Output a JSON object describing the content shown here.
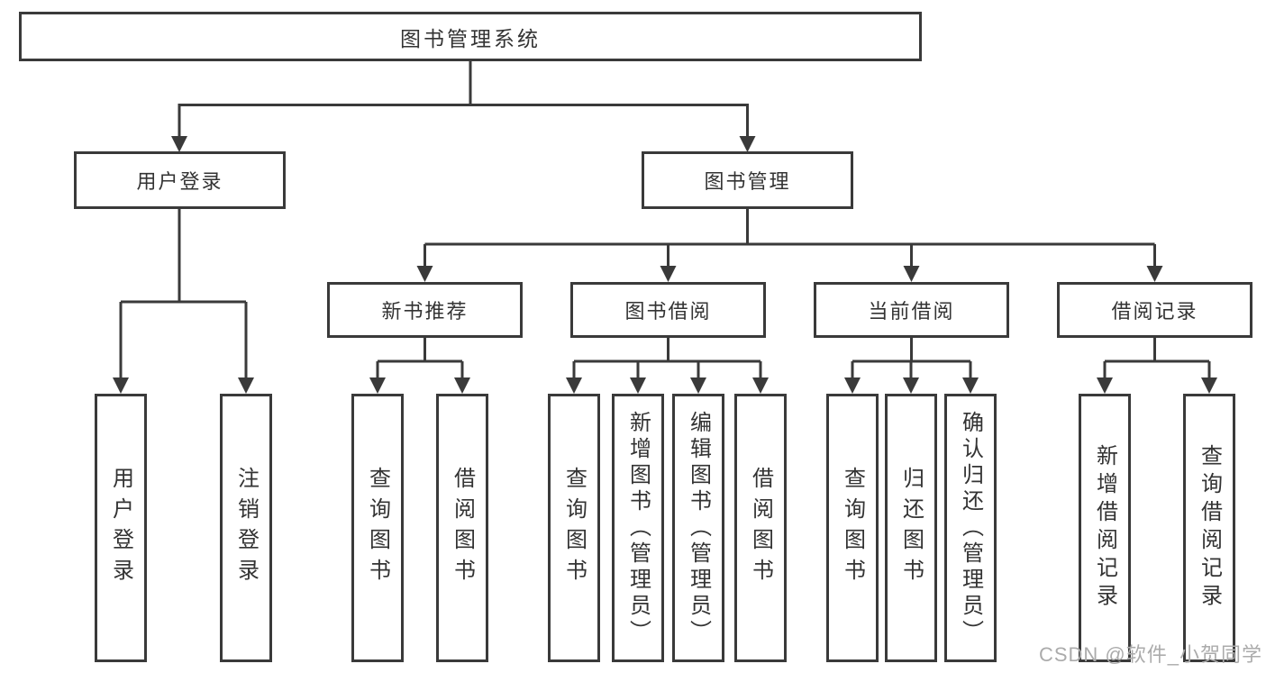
{
  "tree": {
    "label": "图书管理系统",
    "children": [
      {
        "label": "用户登录",
        "children": [
          {
            "label": "用户登录"
          },
          {
            "label": "注销登录"
          }
        ]
      },
      {
        "label": "图书管理",
        "children": [
          {
            "label": "新书推荐",
            "children": [
              {
                "label": "查询图书"
              },
              {
                "label": "借阅图书"
              }
            ]
          },
          {
            "label": "图书借阅",
            "children": [
              {
                "label": "查询图书"
              },
              {
                "label": "新增图书（管理员）"
              },
              {
                "label": "编辑图书（管理员）"
              },
              {
                "label": "借阅图书"
              }
            ]
          },
          {
            "label": "当前借阅",
            "children": [
              {
                "label": "查询图书"
              },
              {
                "label": "归还图书"
              },
              {
                "label": "确认归还（管理员）"
              }
            ]
          },
          {
            "label": "借阅记录",
            "children": [
              {
                "label": "新增借阅记录"
              },
              {
                "label": "查询借阅记录"
              }
            ]
          }
        ]
      }
    ]
  },
  "watermark": {
    "text": "CSDN @软件_小贺同学"
  },
  "colors": {
    "line": "#3a3a3a",
    "text": "#333333",
    "node_background": "#ffffff",
    "watermark": "#ababab",
    "page_background": "#ffffff"
  }
}
